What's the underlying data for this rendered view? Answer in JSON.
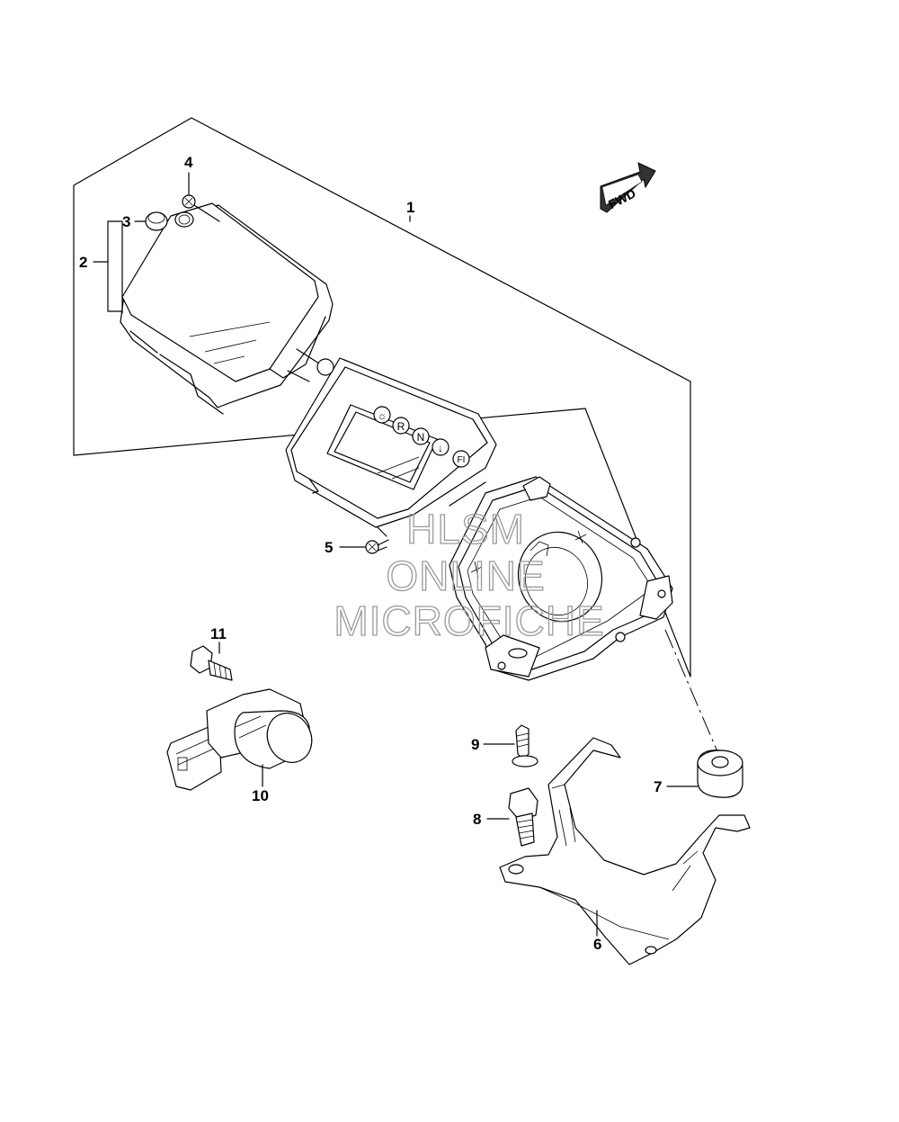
{
  "callouts": [
    {
      "id": "1",
      "label": "1"
    },
    {
      "id": "2",
      "label": "2"
    },
    {
      "id": "3",
      "label": "3"
    },
    {
      "id": "4",
      "label": "4"
    },
    {
      "id": "5",
      "label": "5"
    },
    {
      "id": "6",
      "label": "6"
    },
    {
      "id": "7",
      "label": "7"
    },
    {
      "id": "8",
      "label": "8"
    },
    {
      "id": "9",
      "label": "9"
    },
    {
      "id": "10",
      "label": "10"
    },
    {
      "id": "11",
      "label": "11"
    }
  ],
  "fwd_label": "FWD",
  "indicators": [
    "☼",
    "R",
    "N",
    "↓",
    "FI"
  ],
  "watermark": {
    "line1": "HLSM",
    "line2": "ONLINE",
    "line3": "MICROFICHE"
  }
}
